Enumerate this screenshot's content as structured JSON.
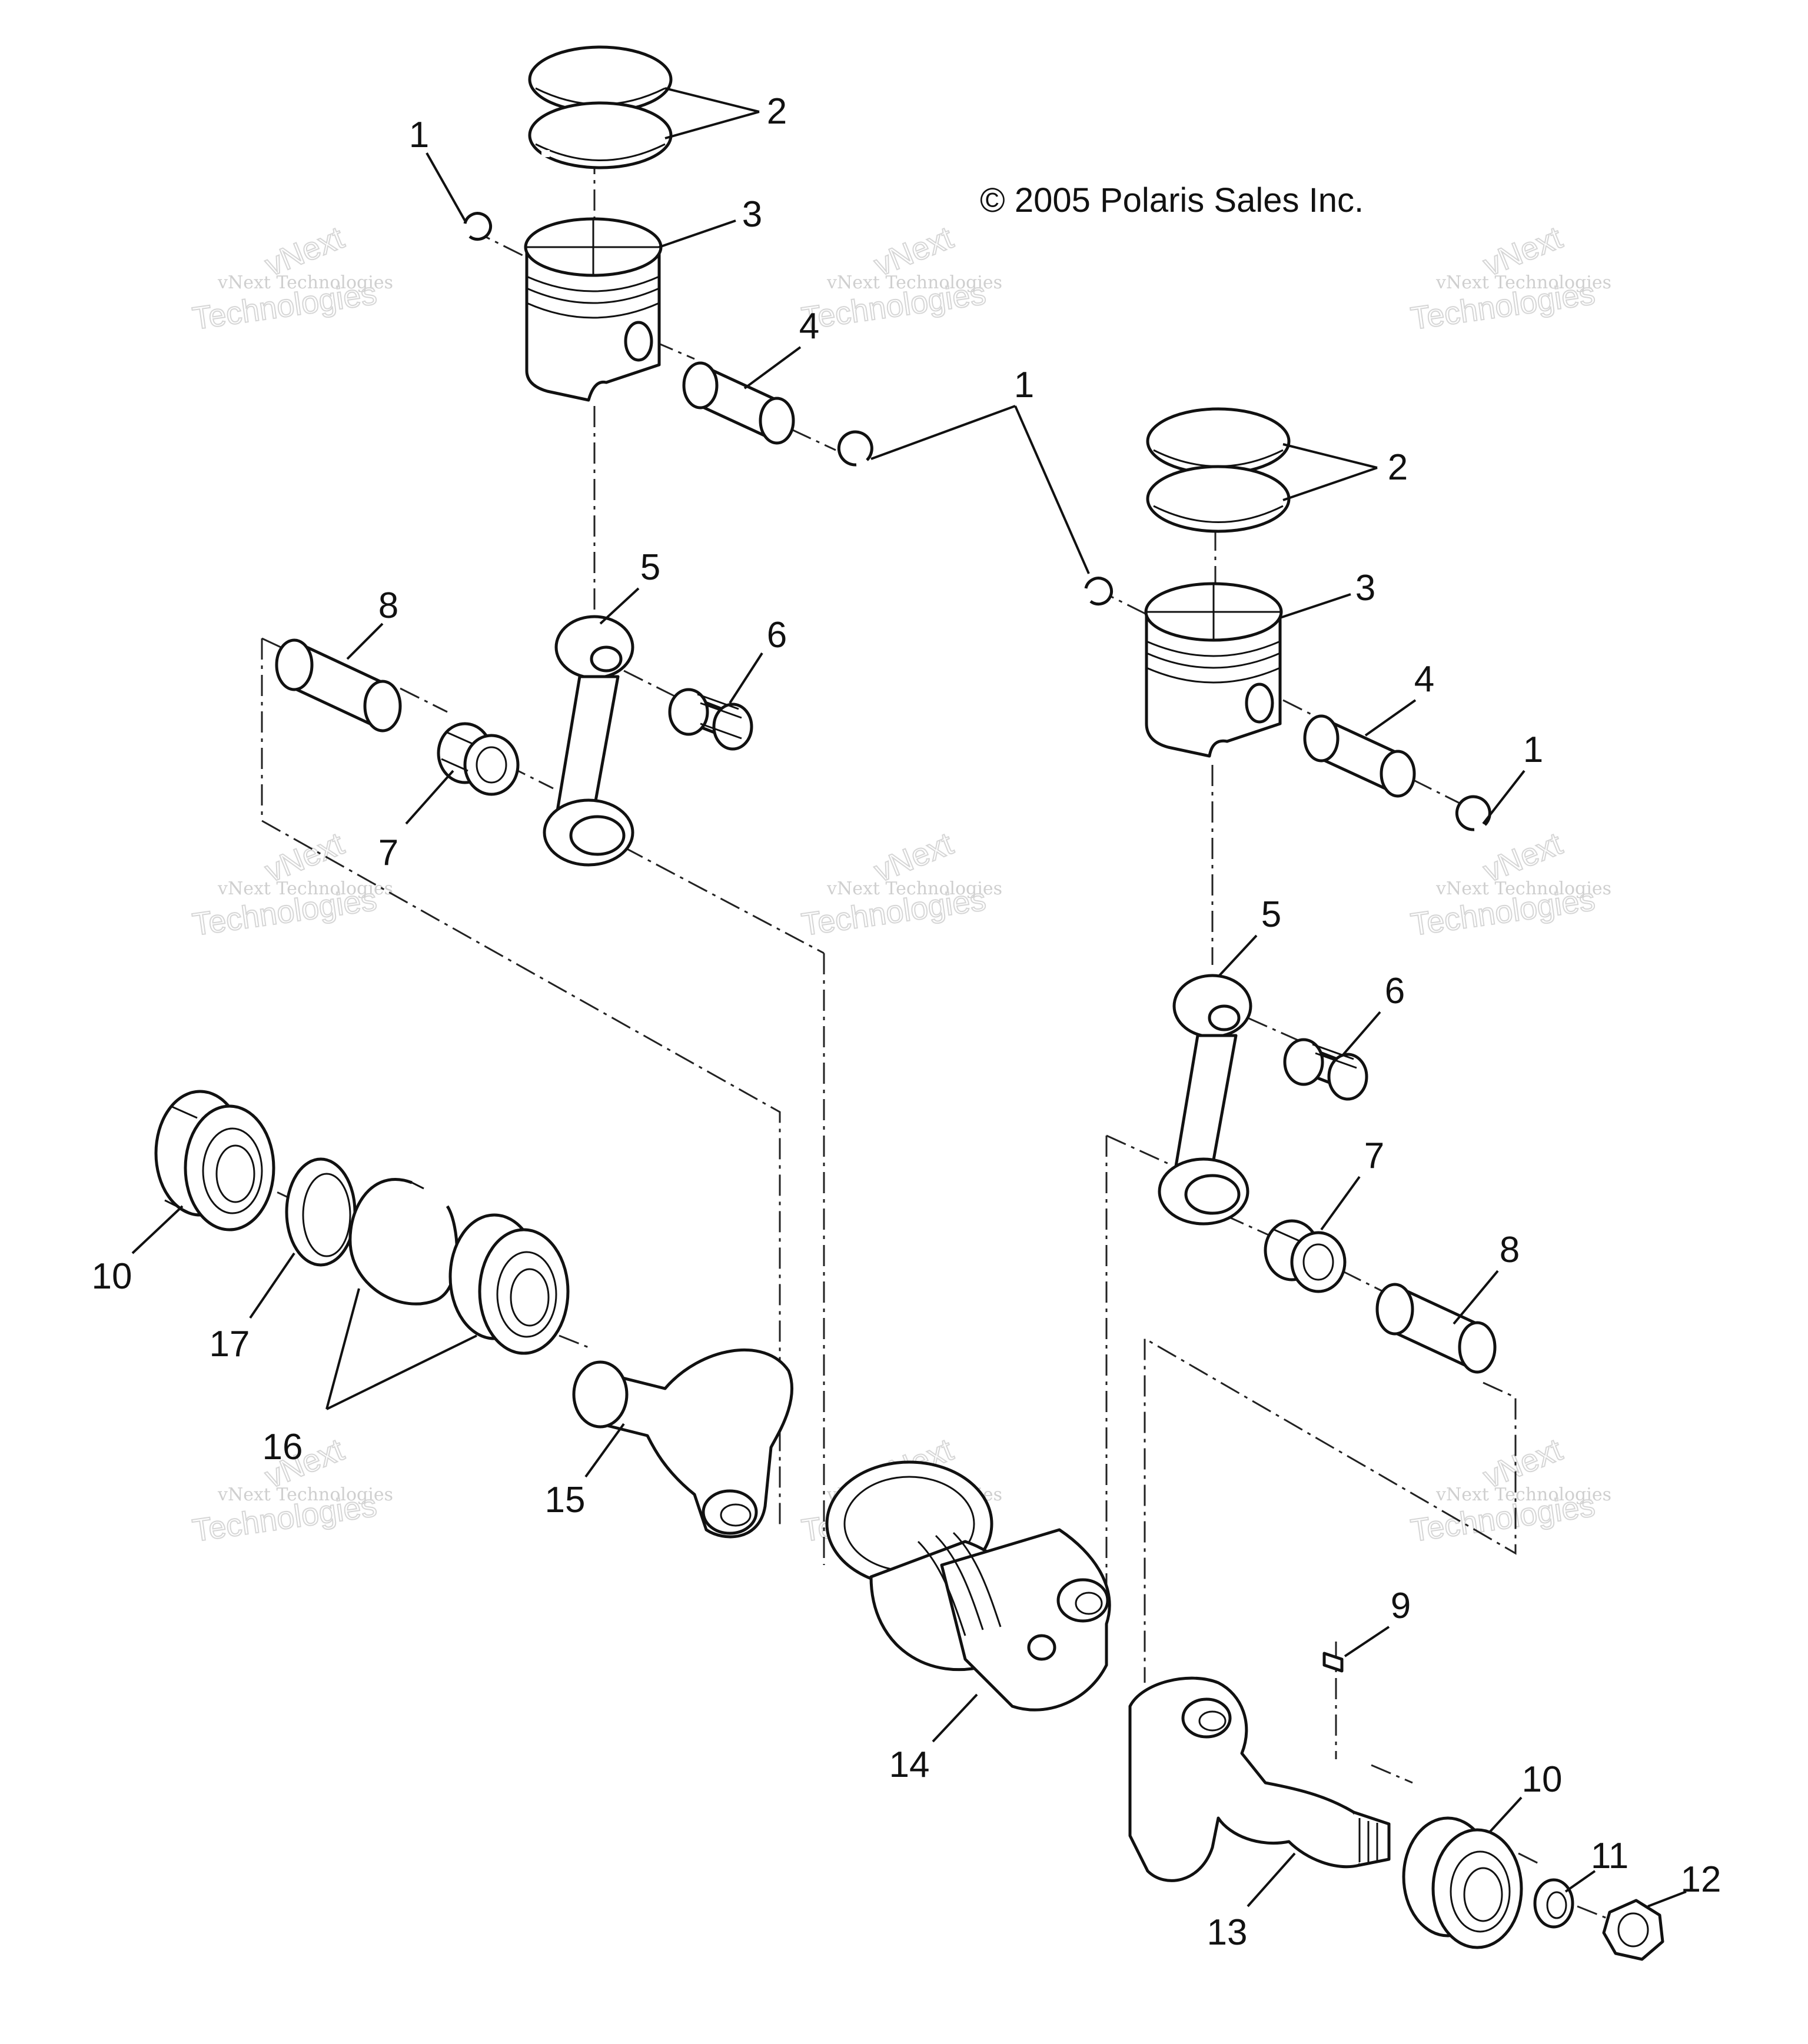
{
  "copyright": "© 2005 Polaris Sales Inc.",
  "watermark": {
    "line1": "vNext",
    "line2": "vNext Technologies",
    "line3": "Technologies"
  },
  "callouts": {
    "c1a": "1",
    "c2a": "2",
    "c3a": "3",
    "c4a": "4",
    "c1b": "1",
    "c2b": "2",
    "c3b": "3",
    "c4b": "4",
    "c1c": "1",
    "c5a": "5",
    "c6a": "6",
    "c7a": "7",
    "c8a": "8",
    "c5b": "5",
    "c6b": "6",
    "c7b": "7",
    "c8b": "8",
    "c9": "9",
    "c10a": "10",
    "c10b": "10",
    "c11": "11",
    "c12": "12",
    "c13": "13",
    "c14": "14",
    "c15": "15",
    "c16": "16",
    "c17": "17"
  }
}
